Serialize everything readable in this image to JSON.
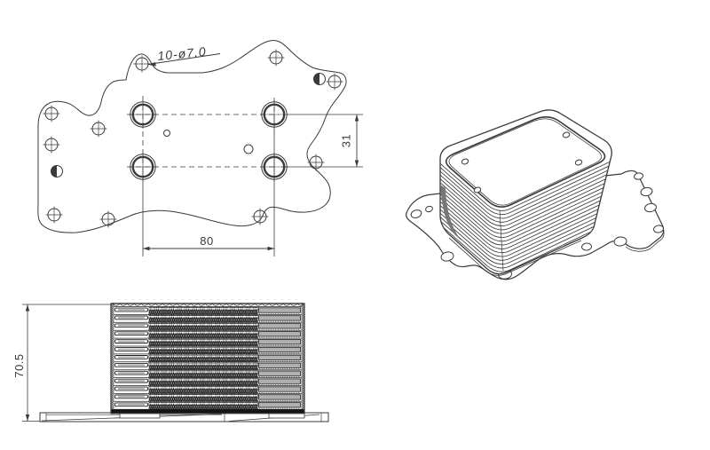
{
  "dimensions": {
    "hole_callout": "10-ø7.0",
    "port_spacing_vertical": "31",
    "bolt_span_horizontal": "80",
    "overall_height": "70.5"
  },
  "colors": {
    "background": "#ffffff",
    "line": "#3a3a3a",
    "plate_gray": "#b0b0b0",
    "bar_gray": "#a8a8a8",
    "fin_dark": "#1c1c1c",
    "band_black": "#151515",
    "hatch_gray": "#777777"
  },
  "views": {
    "top": {
      "label": "mounting flange top view",
      "mounting_hole_count": "10",
      "port_count": "4"
    },
    "isometric": {
      "label": "stacked-plate oil cooler isometric view"
    },
    "side": {
      "label": "stacked-plate side section view"
    }
  }
}
